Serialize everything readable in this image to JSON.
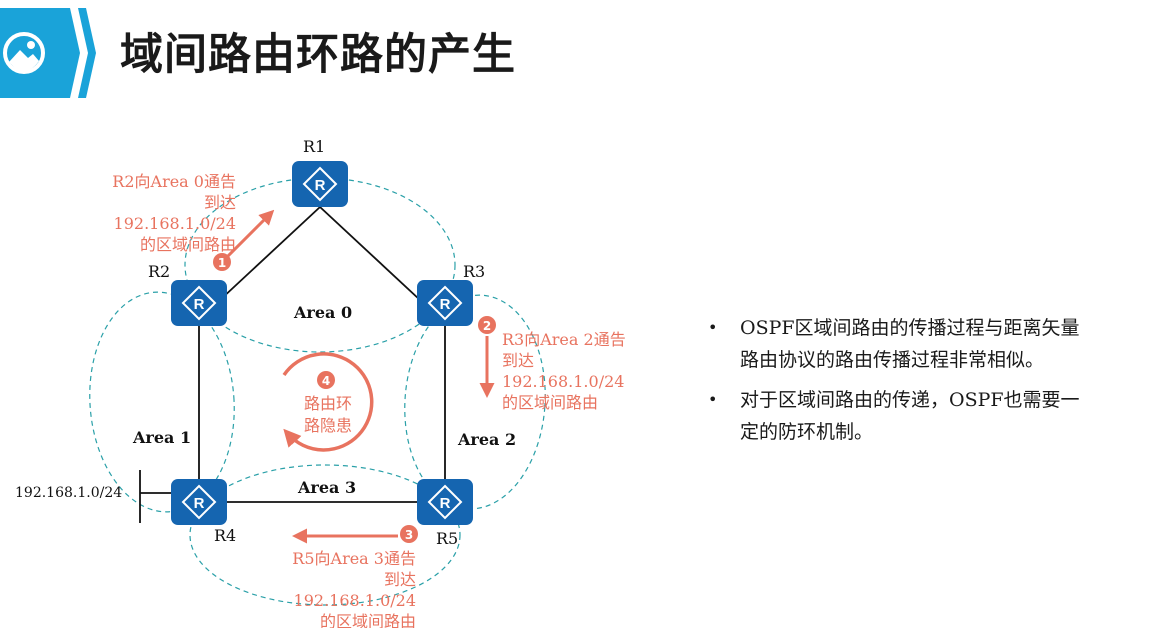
{
  "page": {
    "title": "域间路由环路的产生",
    "icon": "image-icon"
  },
  "diagram": {
    "routers": {
      "r1": "R1",
      "r2": "R2",
      "r3": "R3",
      "r4": "R4",
      "r5": "R5"
    },
    "router_glyph": "R",
    "areas": {
      "a0": "Area 0",
      "a1": "Area 1",
      "a2": "Area 2",
      "a3": "Area 3"
    },
    "network": "192.168.1.0/24",
    "steps": {
      "s1": {
        "num": "1",
        "lines": [
          "R2向Area 0通告",
          "到达",
          "192.168.1.0/24",
          "的区域间路由"
        ]
      },
      "s2": {
        "num": "2",
        "lines": [
          "R3向Area 2通告",
          "到达",
          "192.168.1.0/24",
          "的区域间路由"
        ]
      },
      "s3": {
        "num": "3",
        "lines": [
          "R5向Area 3通告",
          "到达",
          "192.168.1.0/24",
          "的区域间路由"
        ]
      },
      "s4": {
        "num": "4",
        "lines": [
          "路由环",
          "路隐患"
        ]
      }
    },
    "colors": {
      "router": "#1565b0",
      "step": "#e8735f",
      "area_outline": "#2aa0a8",
      "badge": "#1aa3d9"
    }
  },
  "bullets": [
    {
      "lines": [
        "OSPF区域间路由的传播过程与距离矢量",
        "路由协议的路由传播过程非常相似。"
      ]
    },
    {
      "lines": [
        "对于区域间路由的传递，OSPF也需要一",
        "定的防环机制。"
      ]
    }
  ]
}
